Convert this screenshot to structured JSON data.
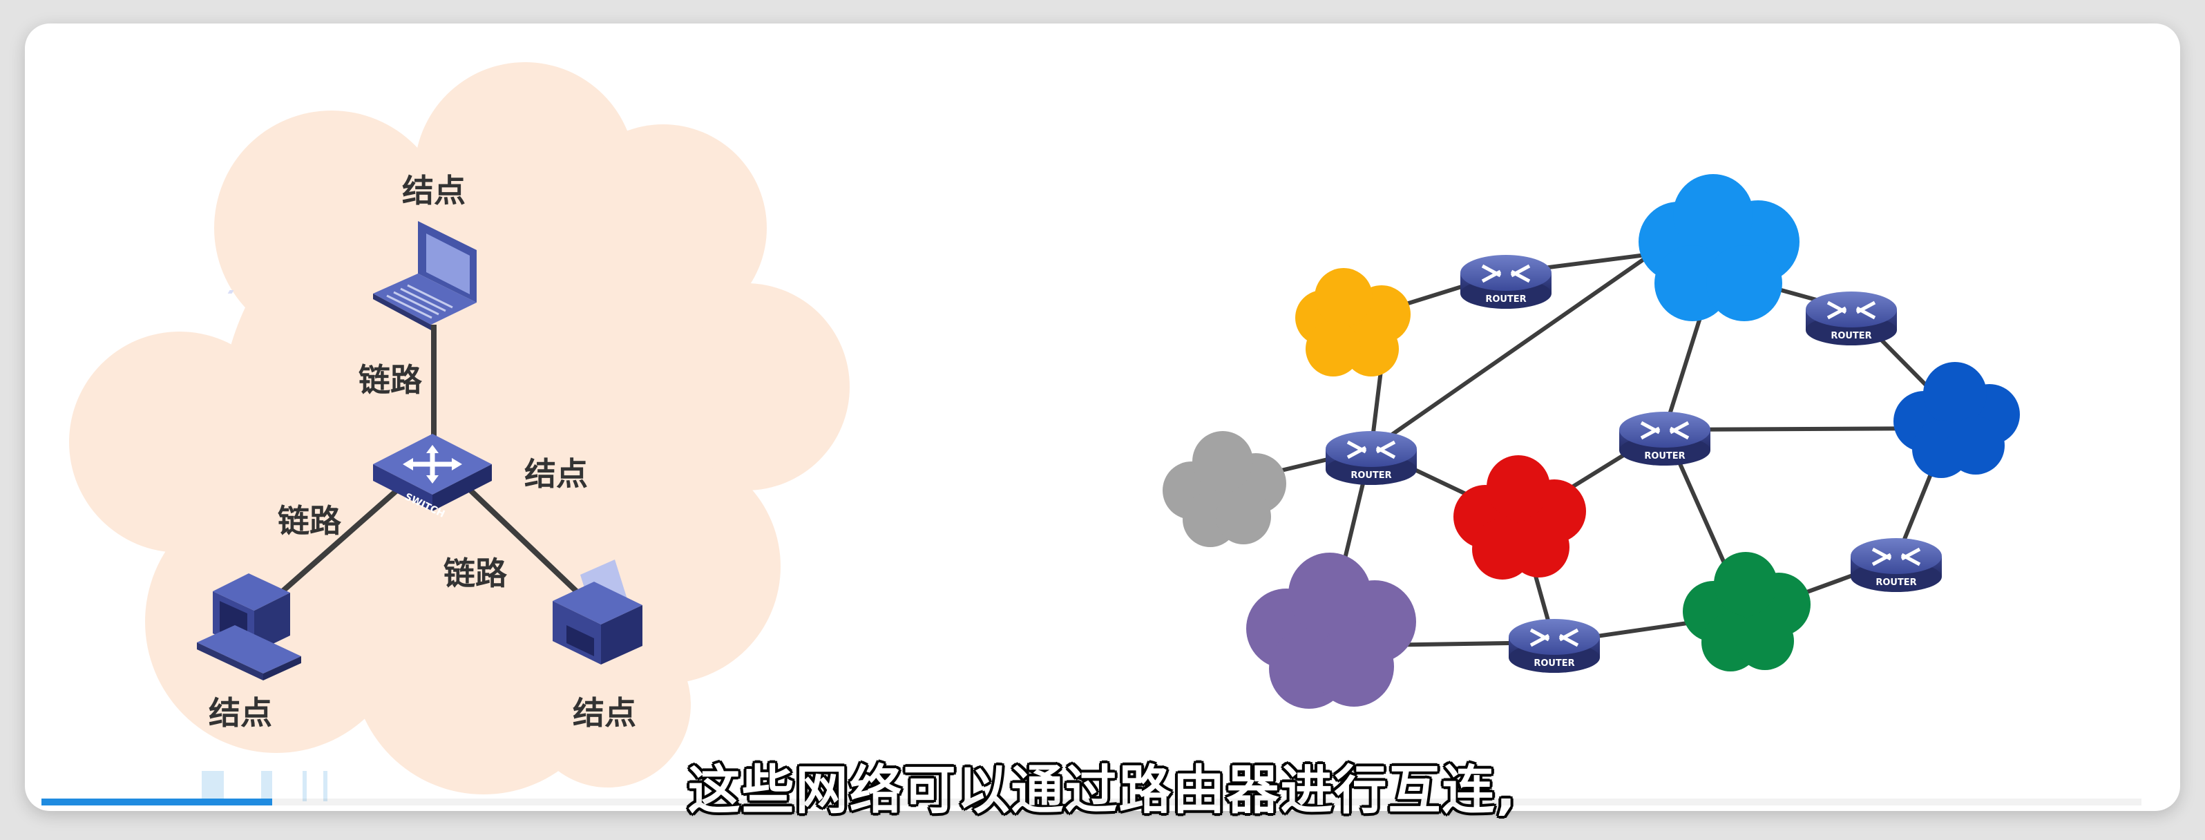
{
  "star_topology": {
    "node_label": "结点",
    "link_label": "链路",
    "switch_label": "SWITCH"
  },
  "mesh": {
    "router_label": "ROUTER",
    "colors": {
      "orange": "#fbb10c",
      "blue": "#1592f0",
      "darkblue": "#0b58c8",
      "gray": "#a3a3a3",
      "red": "#e01010",
      "purple": "#7a66a8",
      "green": "#0a8a46"
    }
  },
  "subtitle": "这些网络可以通过路由器进行互连,",
  "progress": {
    "fraction": 0.11
  }
}
